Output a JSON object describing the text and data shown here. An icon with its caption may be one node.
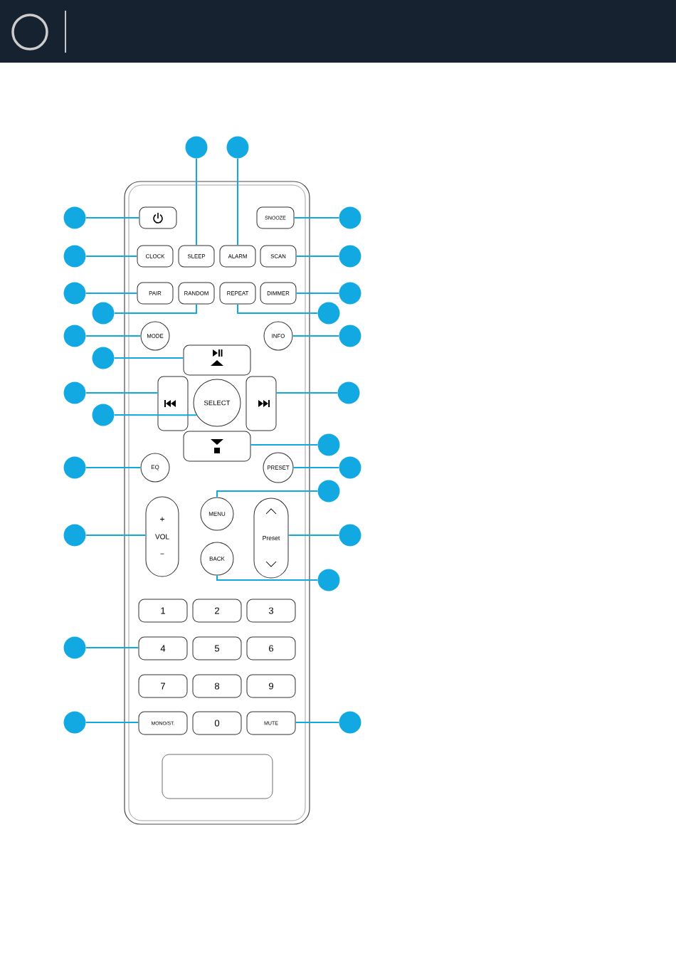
{
  "diagram": {
    "nodes": [
      {
        "text": [],
        "shape": "button"
      },
      {
        "text": [
          "SNOOZE"
        ]
      },
      {
        "text": [
          "CLOCK"
        ]
      },
      {
        "text": [
          "SLEEP"
        ]
      },
      {
        "text": [
          "ALARM"
        ]
      },
      {
        "text": [
          "SCAN"
        ]
      },
      {
        "text": [
          "PAIR"
        ]
      },
      {
        "text": [
          "RANDOM"
        ]
      },
      {
        "text": [
          "REPEAT"
        ]
      },
      {
        "text": [
          "DIMMER"
        ]
      },
      {
        "text": [
          "MODE"
        ]
      },
      {
        "text": [
          "INFO"
        ]
      },
      {
        "text": [],
        "shape": "button"
      },
      {
        "text": [],
        "shape": "button"
      },
      {
        "text": [
          "SELECT"
        ]
      },
      {
        "text": [],
        "shape": "button"
      },
      {
        "text": [],
        "shape": "button"
      },
      {
        "text": [
          "EQ"
        ]
      },
      {
        "text": [
          "PRESET"
        ]
      },
      {
        "text": [
          "MENU"
        ]
      },
      {
        "text": [
          "+",
          "VOL",
          "−"
        ]
      },
      {
        "text": [
          "Preset"
        ]
      },
      {
        "text": [
          "BACK"
        ]
      },
      {
        "text": [
          "1"
        ]
      },
      {
        "text": [
          "2"
        ]
      },
      {
        "text": [
          "3"
        ]
      },
      {
        "text": [
          "4"
        ]
      },
      {
        "text": [
          "5"
        ]
      },
      {
        "text": [
          "6"
        ]
      },
      {
        "text": [
          "7"
        ]
      },
      {
        "text": [
          "8"
        ]
      },
      {
        "text": [
          "9"
        ]
      },
      {
        "text": [
          "MONO/ST."
        ]
      },
      {
        "text": [
          "0"
        ]
      },
      {
        "text": [
          "MUTE"
        ]
      },
      {
        "text": [],
        "shape": "circle"
      },
      {
        "text": [],
        "shape": "circle"
      },
      {
        "text": [],
        "shape": "circle"
      },
      {
        "text": [],
        "shape": "circle"
      },
      {
        "text": [],
        "shape": "circle"
      },
      {
        "text": [],
        "shape": "circle"
      },
      {
        "text": [],
        "shape": "circle"
      },
      {
        "text": [],
        "shape": "circle"
      },
      {
        "text": [],
        "shape": "circle"
      },
      {
        "text": [],
        "shape": "circle"
      },
      {
        "text": [],
        "shape": "circle"
      },
      {
        "text": [],
        "shape": "circle"
      },
      {
        "text": [],
        "shape": "circle"
      },
      {
        "text": [],
        "shape": "circle"
      },
      {
        "text": [],
        "shape": "circle"
      },
      {
        "text": [],
        "shape": "circle"
      },
      {
        "text": [],
        "shape": "circle"
      },
      {
        "text": [],
        "shape": "circle"
      },
      {
        "text": [],
        "shape": "circle"
      },
      {
        "text": [],
        "shape": "circle"
      },
      {
        "text": [],
        "shape": "circle"
      },
      {
        "text": [],
        "shape": "circle"
      },
      {
        "text": [],
        "shape": "circle"
      },
      {
        "text": [],
        "shape": "circle"
      },
      {
        "text": [],
        "shape": "circle"
      },
      {
        "text": [],
        "shape": "circle"
      }
    ],
    "edges": [
      {
        "from": 35,
        "to": 3,
        "arrow": "none"
      },
      {
        "from": 36,
        "to": 4,
        "arrow": "none"
      },
      {
        "from": 37,
        "to": 0,
        "arrow": "none"
      },
      {
        "from": 38,
        "to": 1,
        "arrow": "none"
      },
      {
        "from": 39,
        "to": 2,
        "arrow": "none"
      },
      {
        "from": 40,
        "to": 5,
        "arrow": "none"
      },
      {
        "from": 41,
        "to": 6,
        "arrow": "none"
      },
      {
        "from": 42,
        "to": 9,
        "arrow": "none"
      },
      {
        "from": 43,
        "to": 7,
        "arrow": "none"
      },
      {
        "from": 44,
        "to": 8,
        "arrow": "none"
      },
      {
        "from": 45,
        "to": 10,
        "arrow": "none"
      },
      {
        "from": 46,
        "to": 11,
        "arrow": "none"
      },
      {
        "from": 47,
        "to": 12,
        "arrow": "none"
      },
      {
        "from": 48,
        "to": 13,
        "arrow": "none"
      },
      {
        "from": 49,
        "to": 15,
        "arrow": "none"
      },
      {
        "from": 50,
        "to": 14,
        "arrow": "none"
      },
      {
        "from": 51,
        "to": 16,
        "arrow": "none"
      },
      {
        "from": 52,
        "to": 17,
        "arrow": "none"
      },
      {
        "from": 53,
        "to": 18,
        "arrow": "none"
      },
      {
        "from": 54,
        "to": 19,
        "arrow": "none"
      },
      {
        "from": 55,
        "to": 20,
        "arrow": "none"
      },
      {
        "from": 56,
        "to": 21,
        "arrow": "none"
      },
      {
        "from": 57,
        "to": 22,
        "arrow": "none"
      },
      {
        "from": 58,
        "to": 26,
        "arrow": "none"
      },
      {
        "from": 59,
        "to": 32,
        "arrow": "none"
      },
      {
        "from": 60,
        "to": 34,
        "arrow": "none"
      }
    ]
  }
}
